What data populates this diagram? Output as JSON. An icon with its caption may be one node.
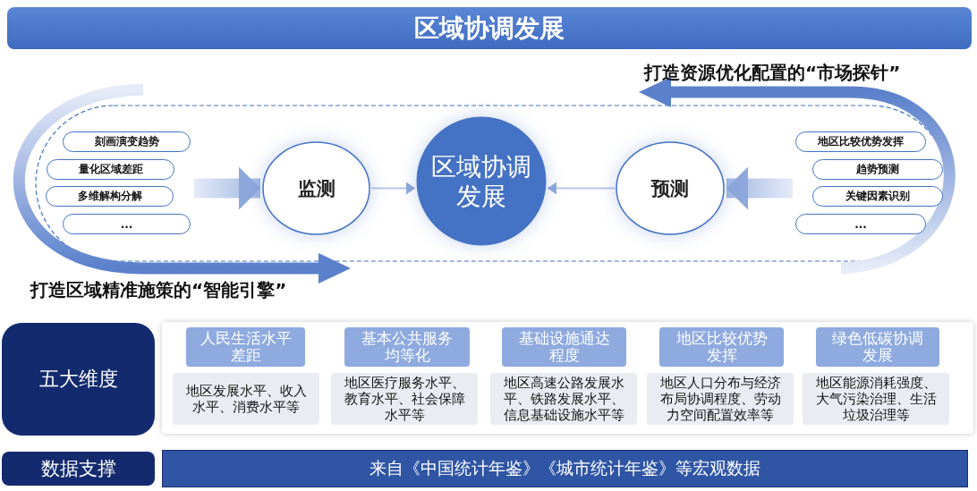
{
  "diagram": {
    "title": "区域协调发展",
    "nodes": [
      {
        "text": [
          "刻画演变趋势"
        ]
      },
      {
        "text": [
          "量化区域差距"
        ]
      },
      {
        "text": [
          "多维解构分解"
        ]
      },
      {
        "text": [
          "..."
        ]
      },
      {
        "text": [
          "监测"
        ]
      },
      {
        "text": [
          "区域协调发展"
        ]
      },
      {
        "text": [
          "预测"
        ]
      },
      {
        "text": [
          "地区比较优势发挥"
        ]
      },
      {
        "text": [
          "趋势预测"
        ]
      },
      {
        "text": [
          "关键因素识别"
        ]
      },
      {
        "text": [
          "..."
        ]
      },
      {
        "text": [
          "五大维度"
        ]
      },
      {
        "text": [],
        "shape": "box"
      },
      {
        "text": [
          "人民生活水平差距"
        ],
        "in": 12
      },
      {
        "text": [
          "基本公共服务均等化"
        ],
        "in": 12
      },
      {
        "text": [
          "基础设施通达程度"
        ],
        "in": 12
      },
      {
        "text": [
          "地区比较优势发挥"
        ],
        "in": 12
      },
      {
        "text": [
          "绿色低碳协调发展"
        ],
        "in": 12
      },
      {
        "text": [
          "地区发展水平、收入水平、消费水平等"
        ],
        "in": 12
      },
      {
        "text": [
          "地区医疗服务水平、教育水平、社会保障水平等"
        ],
        "in": 12
      },
      {
        "text": [
          "地区高速公路发展水平、铁路发展水平、信息基础设施水平等"
        ],
        "in": 12
      },
      {
        "text": [
          "地区人口分布与经济布局协调程度、劳动力空间配置效率等"
        ],
        "in": 12
      },
      {
        "text": [
          "地区能源消耗强度、大气污染治理、生活垃圾治理等"
        ],
        "in": 12
      },
      {
        "text": [
          "数据支撑"
        ]
      },
      {
        "text": [
          "来自《中国统计年鉴》《城市统计年鉴》等宏观数据"
        ]
      }
    ],
    "edges": [
      {
        "from": null,
        "to": 4,
        "arrow": "to"
      },
      {
        "from": 4,
        "to": 5,
        "arrow": "to"
      },
      {
        "from": 6,
        "to": 5,
        "arrow": "to"
      },
      {
        "from": null,
        "to": 6,
        "arrow": "to"
      }
    ],
    "labels": [
      "打造资源优化配置的“市场探针”",
      "打造区域精准施策的“智能引擎”"
    ]
  }
}
